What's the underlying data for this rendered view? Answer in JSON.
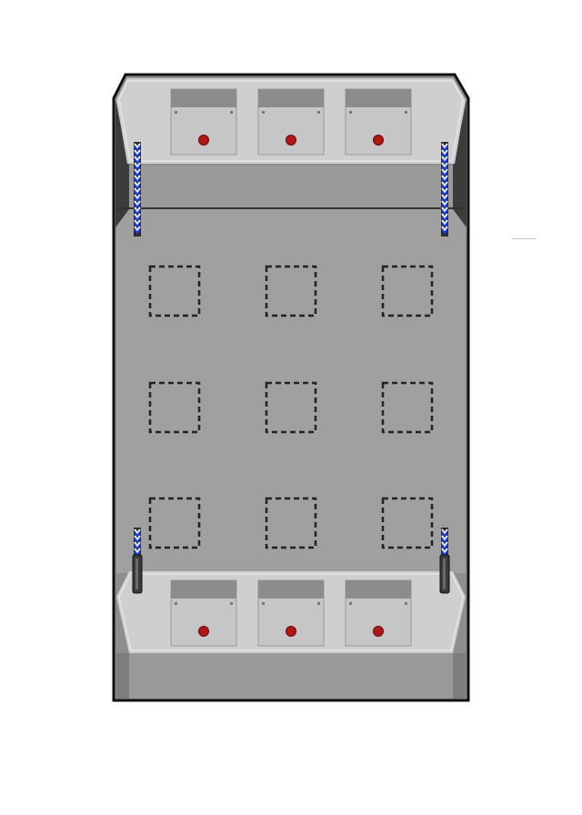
{
  "scene": {
    "description_name": "cargo-deck",
    "colors": {
      "outline": "#111111",
      "deck": "#a0a0a0",
      "deck_shadow": "#8e8e8e",
      "ledge_top": "#cfcfcf",
      "ledge_rim": "#e4e4e4",
      "ledge_front": "#9a9a9a",
      "ledge_front_dark": "#7e7e7e",
      "crate_face": "#c6c6c6",
      "crate_lid": "#8c8c8c",
      "crate_button": "#b01818",
      "slot_outline": "#222222",
      "chain_blue": "#1c3fd6",
      "chain_white": "#e8ecff",
      "lever_dark": "#3a3a3a",
      "background": "#ffffff"
    },
    "top_crates": [
      {
        "name": "top-crate-1",
        "button": "red-button-icon"
      },
      {
        "name": "top-crate-2",
        "button": "red-button-icon"
      },
      {
        "name": "top-crate-3",
        "button": "red-button-icon"
      }
    ],
    "bottom_crates": [
      {
        "name": "bottom-crate-1",
        "button": "red-button-icon"
      },
      {
        "name": "bottom-crate-2",
        "button": "red-button-icon"
      },
      {
        "name": "bottom-crate-3",
        "button": "red-button-icon"
      }
    ],
    "slot_grid": {
      "rows": 3,
      "columns": 3,
      "slots": 9
    },
    "chains": [
      "left-top-chain-icon",
      "right-top-chain-icon"
    ],
    "levers": [
      "left-bottom-lever-icon",
      "right-bottom-lever-icon"
    ]
  }
}
